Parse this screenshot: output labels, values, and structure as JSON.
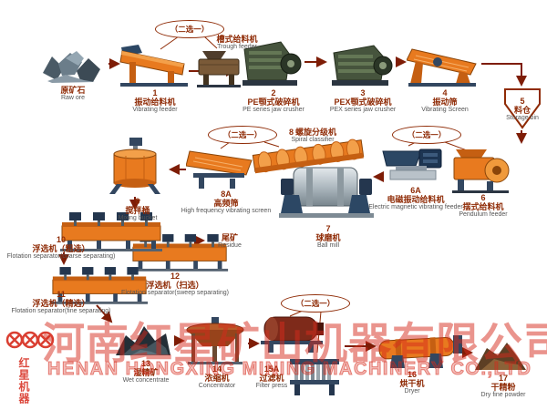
{
  "callout": "（二选一）",
  "watermark": {
    "cn": "河南红星矿山机器有限公司",
    "en": "HENAN HONGXING MINING MACHINERY CO.,LTD"
  },
  "logo": {
    "text": "红星机器"
  },
  "nodes": {
    "raw_ore": {
      "cn": "原矿石",
      "en": "Raw ore"
    },
    "vibrating_feeder": {
      "num": "1",
      "cn": "振动给料机",
      "en": "Vibrating feeder"
    },
    "trough_feeder": {
      "cn": "槽式给料机",
      "en": "Trough feeder"
    },
    "pe_jaw_crusher": {
      "num": "2",
      "cn": "PE颚式破碎机",
      "en": "PE series jaw crusher"
    },
    "pex_jaw_crusher": {
      "num": "3",
      "cn": "PEX颚式破碎机",
      "en": "PEX series jaw crusher"
    },
    "vibrating_screen": {
      "num": "4",
      "cn": "振动筛",
      "en": "Vibrating Screen"
    },
    "storage_bin": {
      "num": "5",
      "cn": "料仓",
      "en": "Storage bin"
    },
    "em_vibrating_feeder": {
      "num": "6A",
      "cn": "电磁振动给料机",
      "en": "Electric magnetic vibrating feeder"
    },
    "pendulum_feeder": {
      "num": "6",
      "cn": "摆式给料机",
      "en": "Pendulum feeder"
    },
    "ball_mill": {
      "num": "7",
      "cn": "球磨机",
      "en": "Ball mill"
    },
    "spiral_classifier": {
      "num": "8",
      "cn": "螺旋分级机",
      "en": "Spiral classifier"
    },
    "high_freq_screen": {
      "num": "8A",
      "cn": "高频筛",
      "en": "High frequency vibrating screen"
    },
    "mixing_bucket": {
      "num": "9",
      "cn": "搅拌桶",
      "en": "Mixing bucket"
    },
    "flotation_coarse": {
      "num": "10",
      "cn": "浮选机（粗选）",
      "en": "Flotation separator(coarse separating)"
    },
    "flotation_sweep": {
      "num": "12",
      "cn": "浮选机（扫选）",
      "en": "Flotation separator(sweep separating)"
    },
    "residue": {
      "cn": "尾矿",
      "en": "Residue"
    },
    "flotation_fine": {
      "num": "11",
      "cn": "浮选机（精选）",
      "en": "Flotation separator(fine separating)"
    },
    "wet_concentrate": {
      "num": "13",
      "cn": "湿精矿",
      "en": "Wet concentrate"
    },
    "concentrator": {
      "num": "14",
      "cn": "浓缩机",
      "en": "Concentrator"
    },
    "filter": {
      "num": "15A",
      "cn": "过滤机",
      "en": "Filter press"
    },
    "dryer": {
      "num": "16",
      "cn": "烘干机",
      "en": "Dryer"
    },
    "dry_powder": {
      "num": "17",
      "cn": "干精粉",
      "en": "Dry fine powder"
    }
  }
}
